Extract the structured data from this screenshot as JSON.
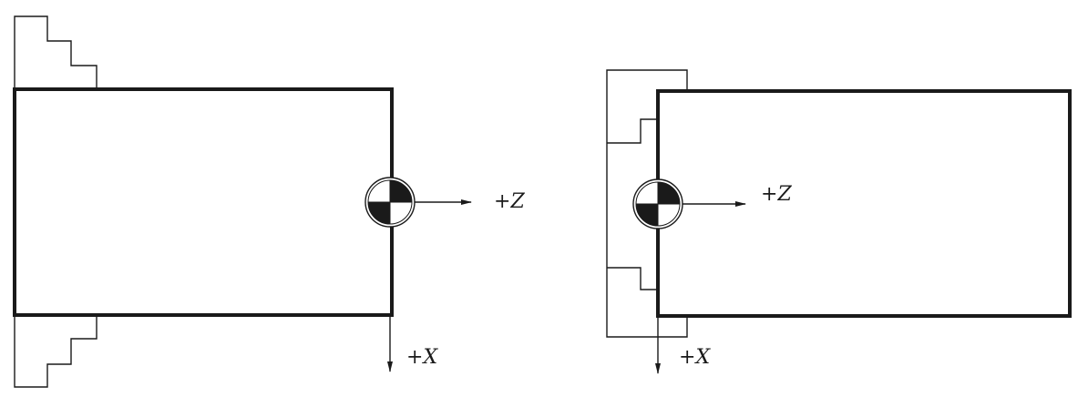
{
  "diagrams": [
    {
      "z_axis_label": {
        "sign": "+",
        "letter": "Z"
      },
      "x_axis_label": {
        "sign": "+",
        "letter": "X"
      }
    },
    {
      "z_axis_label": {
        "sign": "+",
        "letter": "Z"
      },
      "x_axis_label": {
        "sign": "+",
        "letter": "X"
      }
    }
  ],
  "colors": {
    "stroke": "#1a1a1a",
    "background": "#ffffff"
  }
}
